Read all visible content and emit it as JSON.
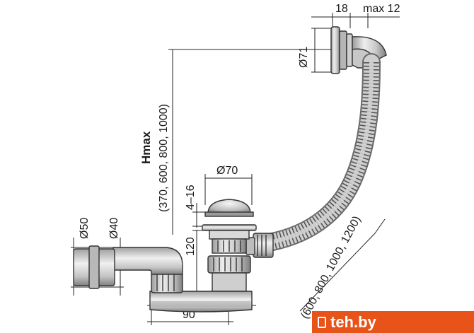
{
  "diagram": {
    "dims": {
      "top_width": "18",
      "top_max": "max 12",
      "overflow_diameter": "Ø71",
      "h_label": "Hmax",
      "h_values": "(370, 600, 800, 1000)",
      "drain_gap": "4–16",
      "drain_diameter": "Ø70",
      "height_120": "120",
      "outlet_d50": "Ø50",
      "outlet_d40": "Ø40",
      "bottom_90": "90",
      "hose_lengths": "(600, 800, 1000, 1200)"
    },
    "colors": {
      "metal_light": "#d6d6d6",
      "metal_dark": "#8a8a8a",
      "outline": "#333333",
      "watermark_bg": "#e8531a"
    }
  },
  "watermark": {
    "text": "teh.by",
    "icon": "device-icon"
  }
}
